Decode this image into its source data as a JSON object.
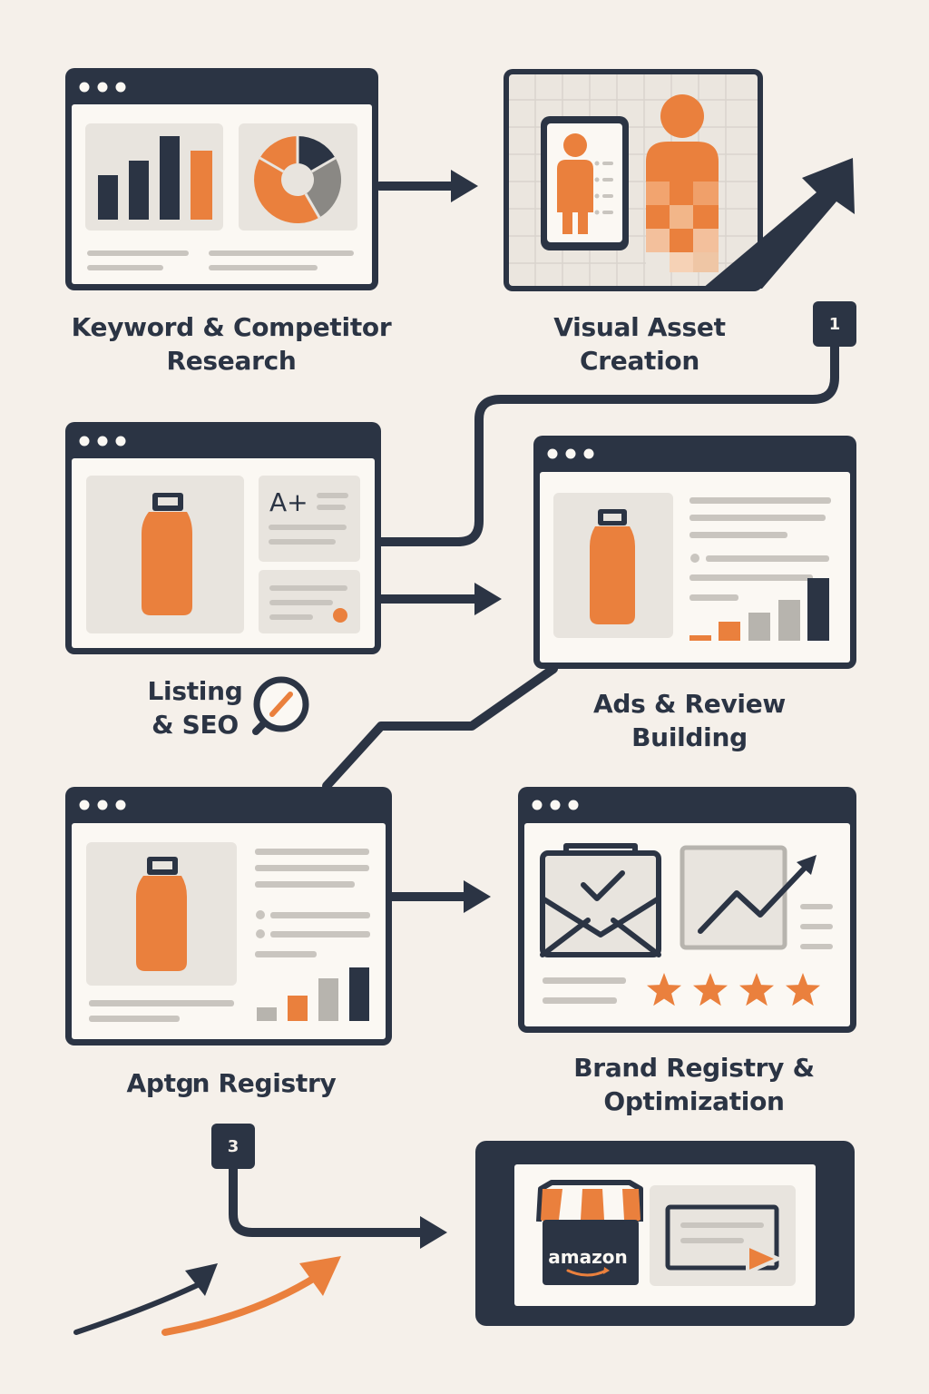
{
  "colors": {
    "navy": "#2b3444",
    "orange": "#ea803d",
    "cream": "#fbf8f3",
    "panel": "#e8e4de",
    "gray": "#b7b4ae",
    "background": "#f5f0ea"
  },
  "steps": [
    {
      "label": "Keyword & Competitor\nResearch"
    },
    {
      "label": "Visual Asset\nCreation"
    },
    {
      "label": "Listing\n& SEO"
    },
    {
      "label": "Ads & Review\nBuilding"
    },
    {
      "label": "Aptցn Registry"
    },
    {
      "label": "Brand Registry &\nOptimization"
    }
  ],
  "badges": [
    "1",
    "3"
  ],
  "listing": {
    "aplus": "A+"
  },
  "store": {
    "brand": "amazon"
  },
  "icons": [
    "bar-chart-icon",
    "donut-chart-icon",
    "person-icon",
    "bottle-icon",
    "search-icon",
    "envelope-check-icon",
    "trend-chart-icon",
    "star-icon",
    "storefront-icon",
    "play-icon",
    "arrow-icon"
  ],
  "ratings": {
    "stars": 4
  }
}
